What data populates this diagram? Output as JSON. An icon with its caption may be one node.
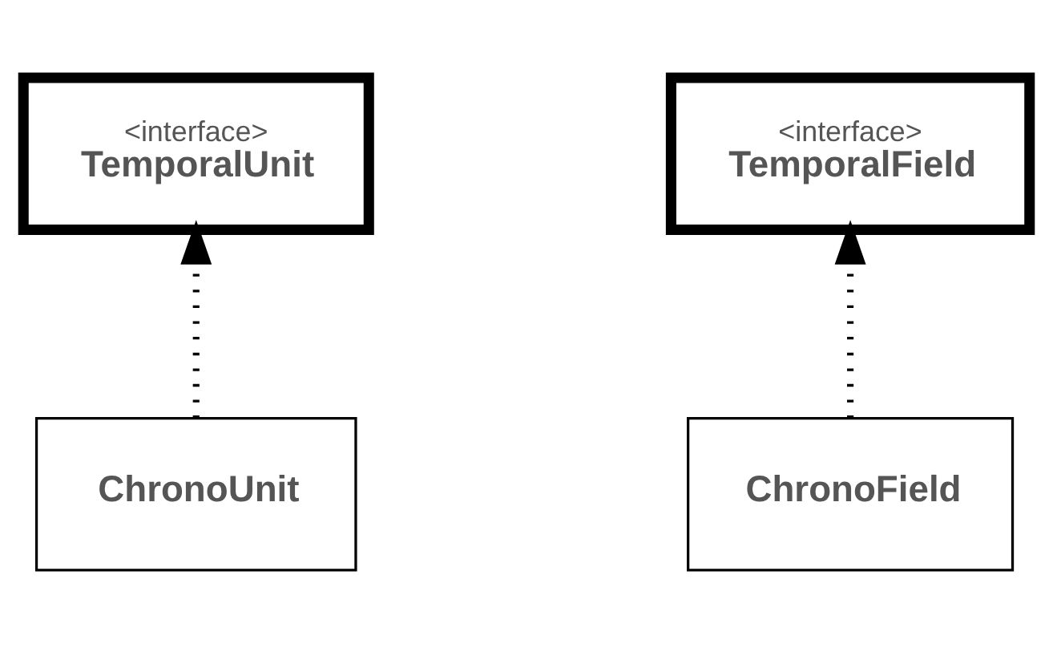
{
  "diagram": {
    "nodes": [
      {
        "text": [
          "<interface>",
          "TemporalUnit"
        ]
      },
      {
        "text": [
          "<interface>",
          "TemporalField"
        ]
      },
      {
        "text": [
          "ChronoUnit"
        ]
      },
      {
        "text": [
          "ChronoField"
        ]
      }
    ],
    "edges": [
      {
        "from": 2,
        "to": 0,
        "arrow": "to",
        "style": "dashed"
      },
      {
        "from": 3,
        "to": 1,
        "arrow": "to",
        "style": "dashed"
      }
    ]
  }
}
